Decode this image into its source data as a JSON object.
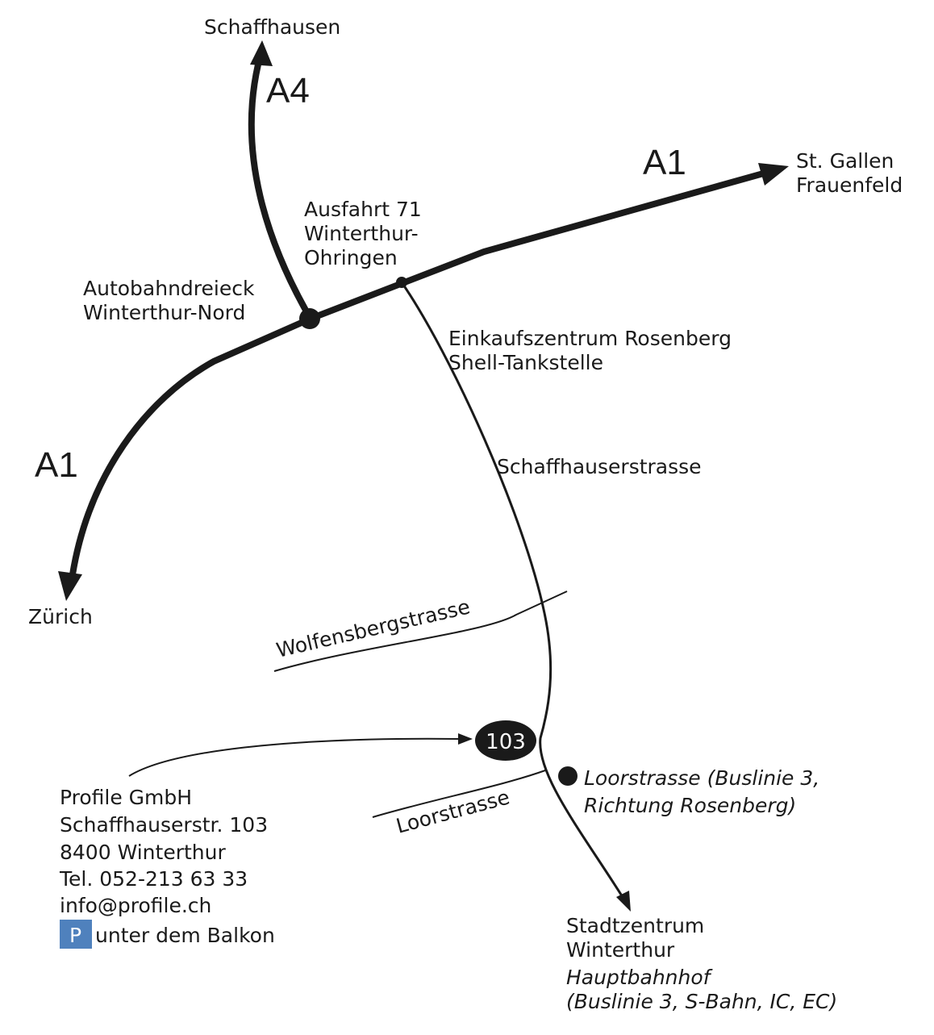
{
  "destinations": {
    "schaffhausen": "Schaffhausen",
    "st_gallen": "St. Gallen",
    "frauenfeld": "Frauenfeld",
    "zurich": "Zürich"
  },
  "highways": {
    "a4": "A4",
    "a1_east": "A1",
    "a1_west": "A1"
  },
  "junctions": {
    "exit_line1": "Ausfahrt 71",
    "exit_line2": "Winterthur-",
    "exit_line3": "Ohringen",
    "triangle_line1": "Autobahndreieck",
    "triangle_line2": "Winterthur-Nord"
  },
  "landmarks": {
    "mall_line1": "Einkaufszentrum Rosenberg",
    "mall_line2": "Shell-Tankstelle"
  },
  "streets": {
    "schaffhauserstrasse": "Schaffhauserstrasse",
    "wolfensbergstrasse": "Wolfensbergstrasse",
    "loorstrasse": "Loorstrasse"
  },
  "bus_stop": {
    "line1": "Loorstrasse (Buslinie 3,",
    "line2": "Richtung Rosenberg)"
  },
  "location_marker": "103",
  "city_center": {
    "line1": "Stadtzentrum",
    "line2": "Winterthur",
    "line3": "Hauptbahnhof",
    "line4": "(Buslinie 3, S-Bahn, IC, EC)"
  },
  "address": {
    "company": "Profile GmbH",
    "street": "Schaffhauserstr. 103",
    "city": "8400 Winterthur",
    "phone": "Tel. 052-213 63 33",
    "email": "info@profile.ch",
    "parking_badge": "P",
    "parking_text": "unter dem Balkon"
  },
  "colors": {
    "road": "#1a1a1a",
    "parking": "#4f81bd"
  }
}
